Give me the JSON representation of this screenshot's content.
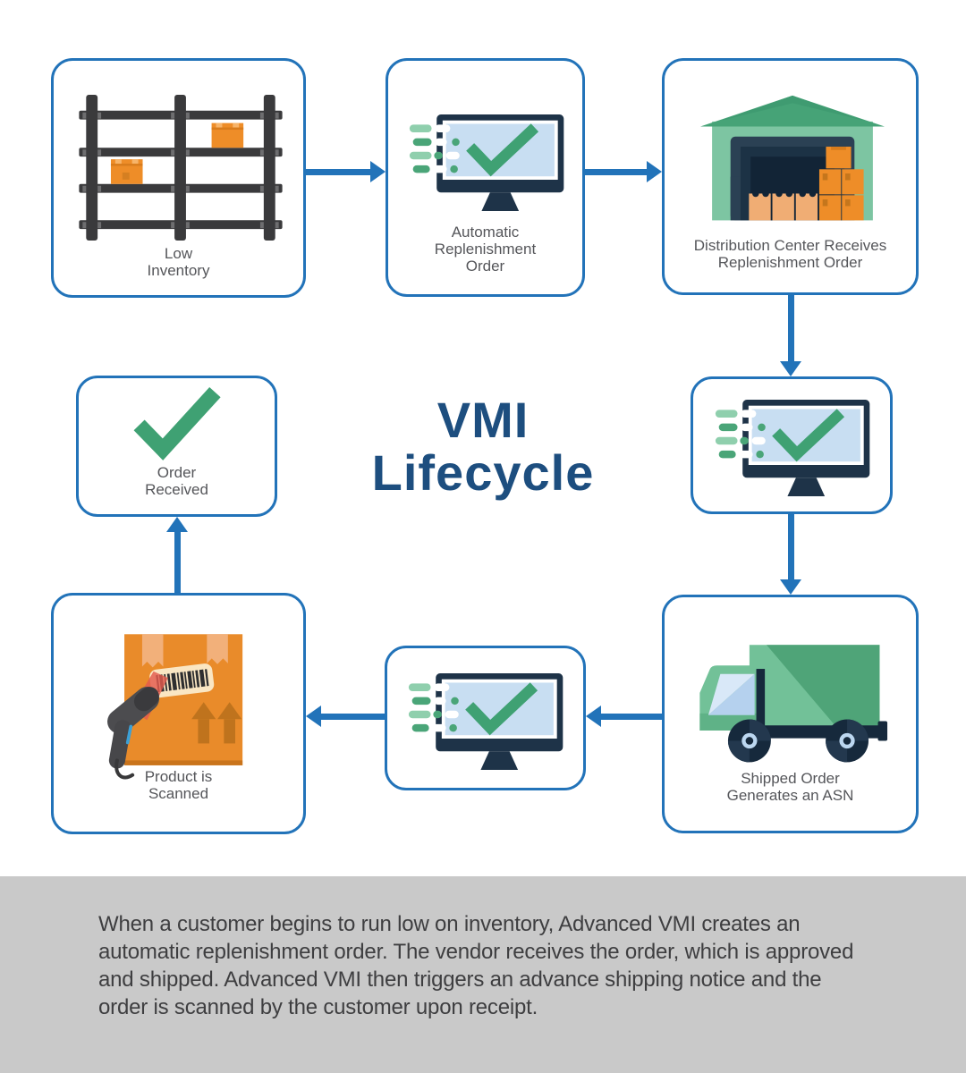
{
  "title": {
    "lines": [
      "VMI",
      "Lifecycle"
    ]
  },
  "nodes": {
    "low_inventory": {
      "icon": "warehouse-shelf-icon",
      "lines": [
        "Low",
        "Inventory"
      ]
    },
    "auto_order": {
      "icon": "monitor-check-icon",
      "lines": [
        "Automatic",
        "Replenishment",
        "Order"
      ]
    },
    "distribution": {
      "icon": "warehouse-building-icon",
      "lines": [
        "Distribution Center Receives",
        "Replenishment Order"
      ]
    },
    "order_approved": {
      "icon": "monitor-check-icon",
      "lines": []
    },
    "shipped": {
      "icon": "delivery-truck-icon",
      "lines": [
        "Shipped Order",
        "Generates an ASN"
      ]
    },
    "asn_sent": {
      "icon": "monitor-check-icon",
      "lines": []
    },
    "product_scanned": {
      "icon": "barcode-scanner-icon",
      "lines": [
        "Product is",
        "Scanned"
      ]
    },
    "order_received": {
      "icon": "checkmark-icon",
      "lines": [
        "Order",
        "Received"
      ]
    }
  },
  "footer": {
    "lines": [
      "When a customer begins to run low on inventory, Advanced VMI creates an",
      "automatic replenishment order. The vendor receives the order, which is approved",
      "and shipped. Advanced VMI then triggers an advance shipping notice and the",
      "order is scanned by the customer upon receipt."
    ]
  },
  "colors": {
    "accent_blue": "#2273b9",
    "title_navy": "#1d4e7f",
    "check_green": "#3fa173",
    "light_green": "#8fcfad",
    "box_orange": "#ec8c28",
    "light_orange": "#f2b17b",
    "monitor_navy": "#1e3348",
    "screen_blue": "#c8def2",
    "truck_green_dark": "#4fa478",
    "truck_green_light": "#72c198",
    "shelf_gray": "#3a3a3c",
    "label_gray": "#55565a",
    "band_gray": "#c9c9c9",
    "footer_text_gray": "#3e3e40"
  }
}
